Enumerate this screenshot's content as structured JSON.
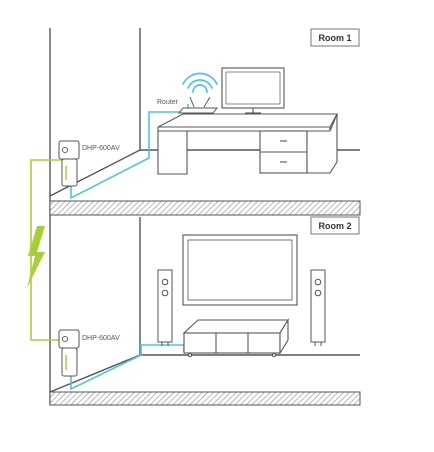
{
  "rooms": [
    {
      "label": "Room 1"
    },
    {
      "label": "Room 2"
    }
  ],
  "devices": {
    "router_label": "Router",
    "adapter_upper_label": "DHP-600AV",
    "adapter_lower_label": "DHP-600AV"
  },
  "colors": {
    "cable": "#4fc3e0",
    "powerline": "#a6cf38",
    "line": "#555555",
    "hatch": "#9a9a9a"
  },
  "icons": {
    "wifi": "wifi-icon",
    "lightning": "lightning-bolt-icon"
  }
}
